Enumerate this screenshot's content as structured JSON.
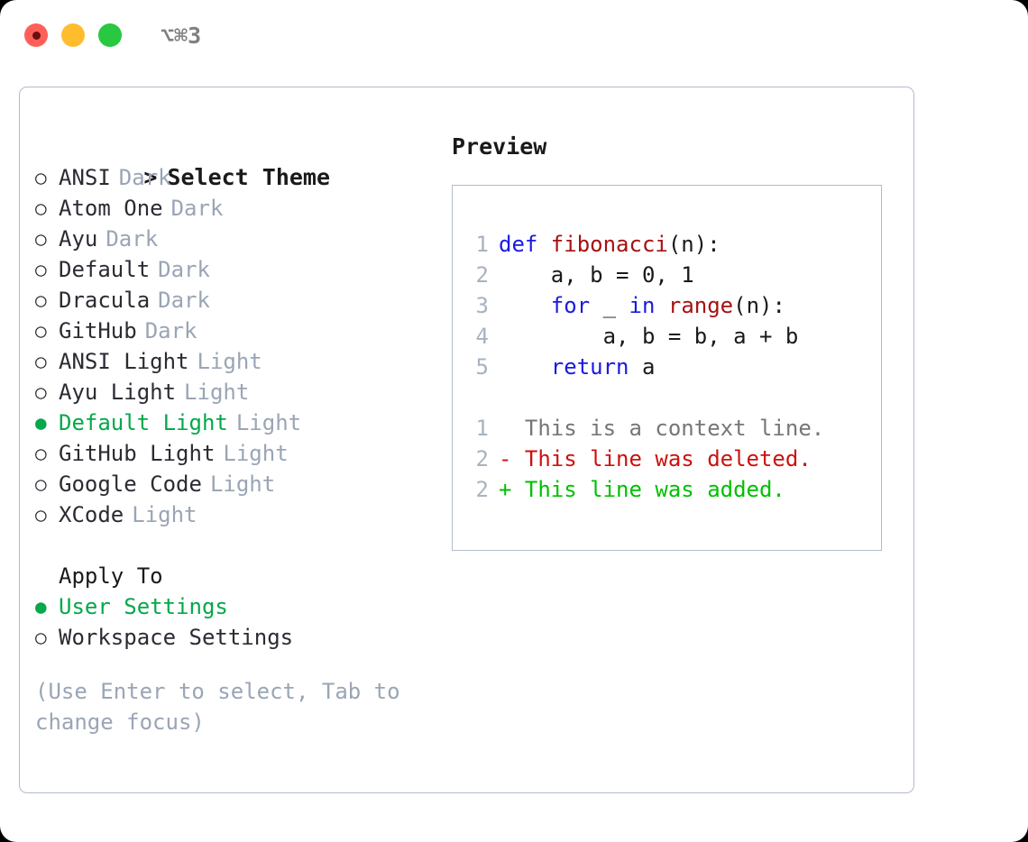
{
  "titlebar": {
    "shortcut": "⌥⌘3",
    "buttons": [
      {
        "name": "close",
        "color": "#ff5f57"
      },
      {
        "name": "minimize",
        "color": "#ffbd2e"
      },
      {
        "name": "maximize",
        "color": "#28c840"
      }
    ]
  },
  "theme_picker": {
    "caret": ">",
    "header": "Select Theme",
    "marker_selected": "●",
    "marker_unselected": "○",
    "items": [
      {
        "label": "ANSI",
        "tag": "Dark",
        "selected": false
      },
      {
        "label": "Atom One",
        "tag": "Dark",
        "selected": false
      },
      {
        "label": "Ayu",
        "tag": "Dark",
        "selected": false
      },
      {
        "label": "Default",
        "tag": "Dark",
        "selected": false
      },
      {
        "label": "Dracula",
        "tag": "Dark",
        "selected": false
      },
      {
        "label": "GitHub",
        "tag": "Dark",
        "selected": false
      },
      {
        "label": "ANSI Light",
        "tag": "Light",
        "selected": false
      },
      {
        "label": "Ayu Light",
        "tag": "Light",
        "selected": false
      },
      {
        "label": "Default Light",
        "tag": "Light",
        "selected": true
      },
      {
        "label": "GitHub Light",
        "tag": "Light",
        "selected": false
      },
      {
        "label": "Google Code",
        "tag": "Light",
        "selected": false
      },
      {
        "label": "XCode",
        "tag": "Light",
        "selected": false
      }
    ]
  },
  "apply_to": {
    "header": "Apply To",
    "items": [
      {
        "label": "User Settings",
        "selected": true
      },
      {
        "label": "Workspace Settings",
        "selected": false
      }
    ]
  },
  "hint": "(Use Enter to select, Tab to change focus)",
  "preview": {
    "header": "Preview",
    "code_lines": [
      {
        "num": "1",
        "tokens": [
          {
            "text": "def ",
            "type": "kw"
          },
          {
            "text": "fibonacci",
            "type": "fn"
          },
          {
            "text": "(n):",
            "type": "txt"
          }
        ]
      },
      {
        "num": "2",
        "tokens": [
          {
            "text": "    a, b = 0, 1",
            "type": "txt"
          }
        ]
      },
      {
        "num": "3",
        "tokens": [
          {
            "text": "    ",
            "type": "txt"
          },
          {
            "text": "for",
            "type": "kw"
          },
          {
            "text": " _ ",
            "type": "txt"
          },
          {
            "text": "in",
            "type": "kw"
          },
          {
            "text": " ",
            "type": "txt"
          },
          {
            "text": "range",
            "type": "fn"
          },
          {
            "text": "(n):",
            "type": "txt"
          }
        ]
      },
      {
        "num": "4",
        "tokens": [
          {
            "text": "        a, b = b, a + b",
            "type": "txt"
          }
        ]
      },
      {
        "num": "5",
        "tokens": [
          {
            "text": "    ",
            "type": "txt"
          },
          {
            "text": "return",
            "type": "kw"
          },
          {
            "text": " a",
            "type": "txt"
          }
        ]
      }
    ],
    "diff_lines": [
      {
        "num": "1",
        "text": "  This is a context line.",
        "type": "ctx"
      },
      {
        "num": "2",
        "text": "- This line was deleted.",
        "type": "del"
      },
      {
        "num": "2",
        "text": "+ This line was added.",
        "type": "add"
      }
    ]
  },
  "colors": {
    "accent_green": "#05a84a",
    "muted": "#9aa5b5",
    "border": "#b2bccb",
    "keyword": "#1a1adf",
    "function": "#a61111",
    "diff_delete": "#cc1111",
    "diff_add": "#00c000",
    "diff_context": "#767676"
  }
}
